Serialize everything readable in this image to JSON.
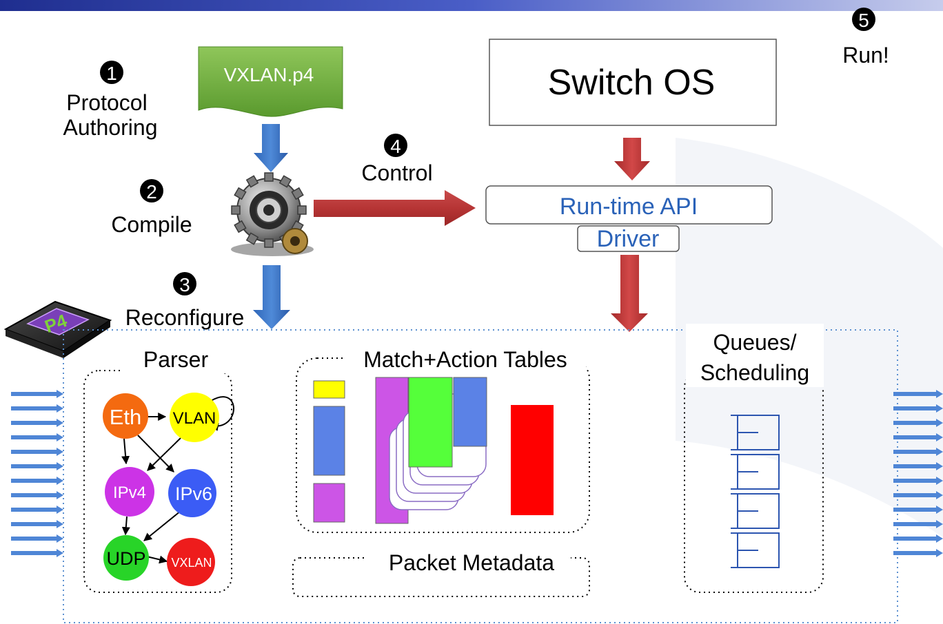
{
  "steps": [
    {
      "number": "1",
      "label_line1": "Protocol",
      "label_line2": "Authoring"
    },
    {
      "number": "2",
      "label": "Compile"
    },
    {
      "number": "3",
      "label": "Reconfigure"
    },
    {
      "number": "4",
      "label": "Control"
    },
    {
      "number": "5",
      "label": "Run!"
    }
  ],
  "program": {
    "file_name": "VXLAN.p4",
    "logo_text": "P4"
  },
  "control_plane": {
    "switch_os": "Switch OS",
    "runtime_api": "Run-time API",
    "driver": "Driver"
  },
  "target": {
    "parser": {
      "title": "Parser",
      "nodes": [
        "Eth",
        "VLAN",
        "IPv4",
        "IPv6",
        "UDP",
        "VXLAN"
      ]
    },
    "match_action": {
      "title": "Match+Action Tables"
    },
    "packet_metadata": {
      "title": "Packet Metadata"
    },
    "queues": {
      "title_line1": "Queues/",
      "title_line2": "Scheduling"
    }
  },
  "colors": {
    "header_bar": "#2b3a9c",
    "eth": "#f46a10",
    "vlan": "#ffff00",
    "ipv4": "#cc33e6",
    "ipv6": "#3b5cf5",
    "udp": "#28d428",
    "vxlan": "#ee1c1c",
    "api_text": "#2a62b8",
    "packet_arrows": "#4f86d6"
  },
  "icons": [
    "compiler-gear-icon",
    "p4-chip-logo",
    "queue-icons"
  ]
}
